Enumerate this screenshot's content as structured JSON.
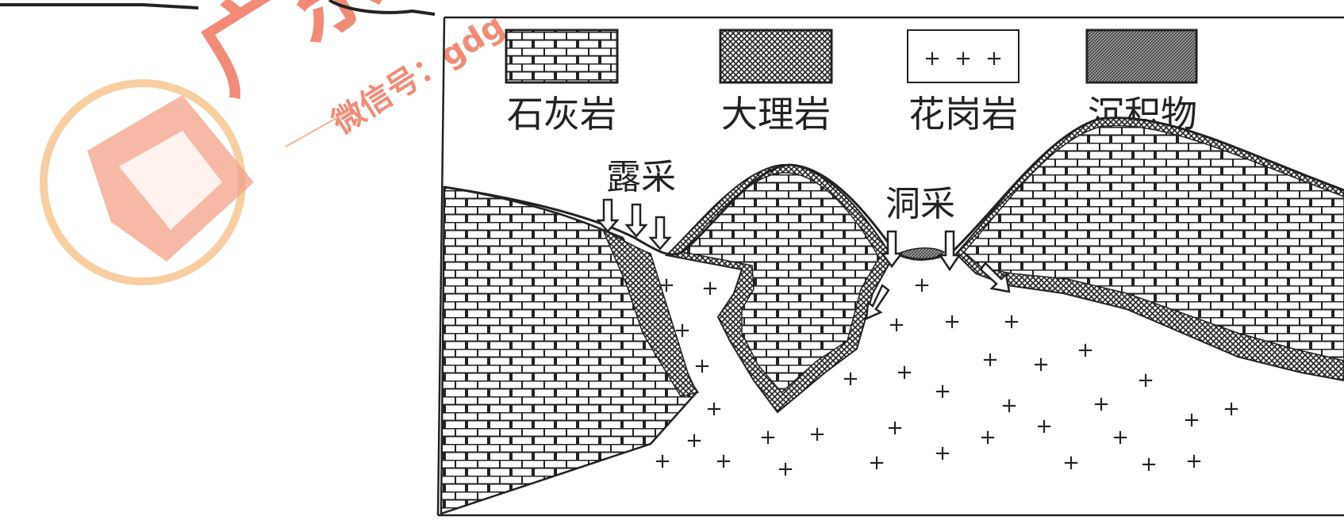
{
  "legend": {
    "items": [
      {
        "label": "石灰岩",
        "pattern": "limestone"
      },
      {
        "label": "大理岩",
        "pattern": "marble"
      },
      {
        "label": "花岗岩",
        "pattern": "granite"
      },
      {
        "label": "沉积物",
        "pattern": "sediment"
      }
    ]
  },
  "methods": {
    "open_pit": "露采",
    "underground": "洞采"
  },
  "watermark": {
    "brand": "广东",
    "wechat": "微信号：gdg",
    "color": "#f4a07a",
    "accent": "#e8523a"
  },
  "colors": {
    "ink": "#222222",
    "background": "#ffffff"
  }
}
